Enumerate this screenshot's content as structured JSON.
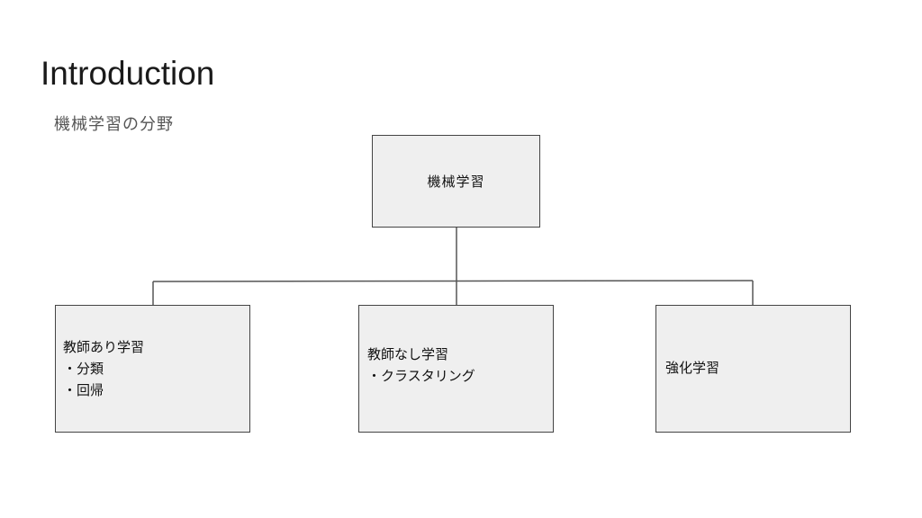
{
  "slide": {
    "title": "Introduction",
    "subtitle": "機械学習の分野"
  },
  "diagram": {
    "root": {
      "label": "機械学習"
    },
    "children": [
      {
        "label": "教師あり学習",
        "items": [
          "・分類",
          "・回帰"
        ]
      },
      {
        "label": "教師なし学習",
        "items": [
          "・クラスタリング"
        ]
      },
      {
        "label": "強化学習",
        "items": []
      }
    ]
  }
}
